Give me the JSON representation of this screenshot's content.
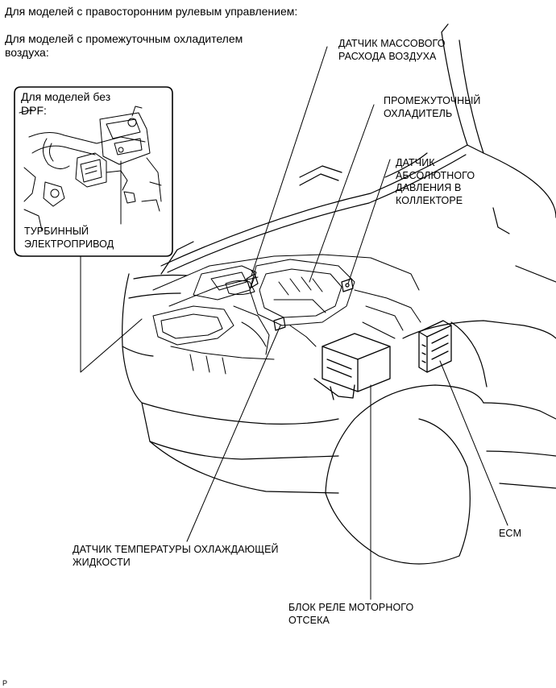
{
  "header": {
    "line1": "Для моделей с правосторонним рулевым управлением:",
    "line2": "Для моделей с промежуточным охладителем\nвоздуха:"
  },
  "inset": {
    "title": "Для моделей без\nDPF:",
    "label": "ТУРБИННЫЙ\nЭЛЕКТРОПРИВОД"
  },
  "labels": {
    "maf": "ДАТЧИК МАССОВОГО\nРАСХОДА ВОЗДУХА",
    "intercooler": "ПРОМЕЖУТОЧНЫЙ\nОХЛАДИТЕЛЬ",
    "map": "ДАТЧИК\nАБСОЛЮТНОГО\nДАВЛЕНИЯ В\nКОЛЛЕКТОРЕ",
    "coolant": "ДАТЧИК ТЕМПЕРАТУРЫ ОХЛАЖДАЮЩЕЙ\nЖИДКОСТИ",
    "relay": "БЛОК РЕЛЕ МОТОРНОГО\nОТСЕКА",
    "ecm": "ECM"
  },
  "ref_mark": "P"
}
